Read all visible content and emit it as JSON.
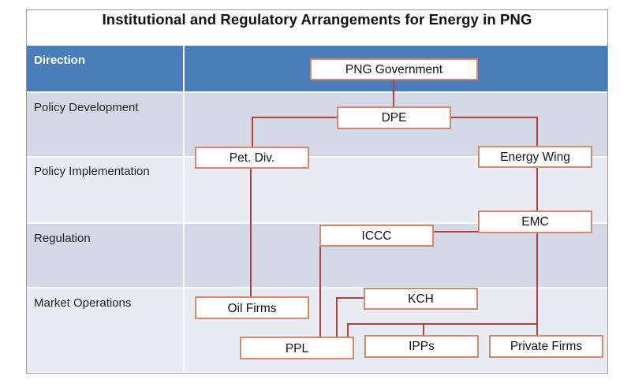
{
  "title": "Institutional  and Regulatory Arrangements for Energy in PNG",
  "rows": [
    {
      "label": "Direction",
      "style": "header"
    },
    {
      "label": "Policy Development",
      "style": "shaded"
    },
    {
      "label": "Policy Implementation",
      "style": "light"
    },
    {
      "label": "Regulation",
      "style": "shaded"
    },
    {
      "label": "Market Operations",
      "style": "light"
    }
  ],
  "nodes": {
    "png_government": "PNG Government",
    "dpe": "DPE",
    "pet_div": "Pet. Div.",
    "energy_wing": "Energy Wing",
    "emc": "EMC",
    "iccc": "ICCC",
    "kch": "KCH",
    "oil_firms": "Oil Firms",
    "ppl": "PPL",
    "ipps": "IPPs",
    "private_firms": "Private Firms"
  },
  "colors": {
    "header_band": "#4a7ebb",
    "shaded_band": "#d3d9e6",
    "light_band": "#e9ecf2",
    "connector": "#b5413e",
    "box_border": "#d9876a"
  }
}
